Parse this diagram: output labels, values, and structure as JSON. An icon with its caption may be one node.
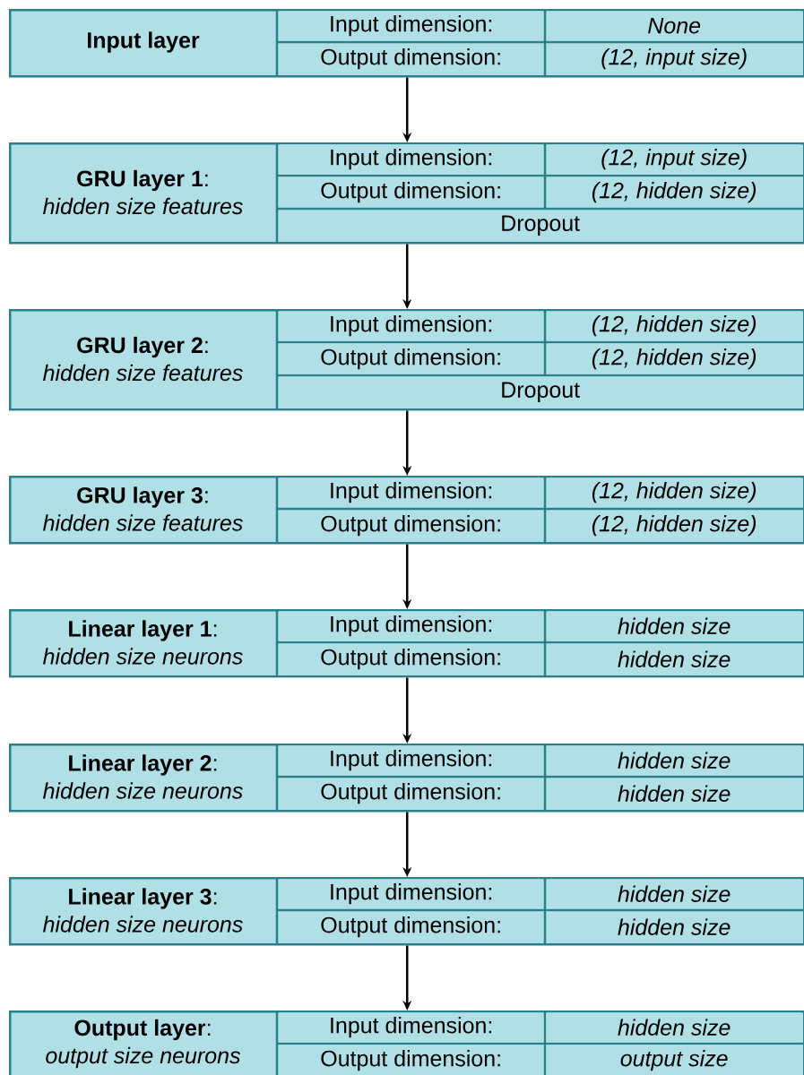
{
  "diagram": {
    "nodes": [
      {
        "text": [
          "**Input layer**"
        ]
      },
      {
        "text": [
          "Input dimension:"
        ],
        "in": 0
      },
      {
        "text": [
          "None"
        ],
        "in": 0
      },
      {
        "text": [
          "Output dimension:"
        ],
        "in": 0
      },
      {
        "text": [
          "(12, input size)"
        ],
        "in": 0
      },
      {
        "text": [
          "**GRU layer 1**:",
          "hidden size features"
        ]
      },
      {
        "text": [
          "Input dimension:"
        ],
        "in": 5
      },
      {
        "text": [
          "(12, input size)"
        ],
        "in": 5
      },
      {
        "text": [
          "Output dimension:"
        ],
        "in": 5
      },
      {
        "text": [
          "(12, hidden size)"
        ],
        "in": 5
      },
      {
        "text": [
          "Dropout"
        ],
        "in": 5
      },
      {
        "text": [
          "**GRU layer 2**:",
          "hidden size features"
        ]
      },
      {
        "text": [
          "Input dimension:"
        ],
        "in": 11
      },
      {
        "text": [
          "(12, hidden size)"
        ],
        "in": 11
      },
      {
        "text": [
          "Output dimension:"
        ],
        "in": 11
      },
      {
        "text": [
          "(12, hidden size)"
        ],
        "in": 11
      },
      {
        "text": [
          "Dropout"
        ],
        "in": 11
      },
      {
        "text": [
          "**GRU layer 3**:",
          "hidden size features"
        ]
      },
      {
        "text": [
          "Input dimension:"
        ],
        "in": 17
      },
      {
        "text": [
          "(12, hidden size)"
        ],
        "in": 17
      },
      {
        "text": [
          "Output dimension:"
        ],
        "in": 17
      },
      {
        "text": [
          "(12, hidden size)"
        ],
        "in": 17
      },
      {
        "text": [
          "**Linear layer 1**:",
          "hidden size neurons"
        ]
      },
      {
        "text": [
          "Input dimension:"
        ],
        "in": 22
      },
      {
        "text": [
          "hidden size"
        ],
        "in": 22
      },
      {
        "text": [
          "Output dimension:"
        ],
        "in": 22
      },
      {
        "text": [
          "hidden size"
        ],
        "in": 22
      },
      {
        "text": [
          "**Linear layer 2**:",
          "hidden size neurons"
        ]
      },
      {
        "text": [
          "Input dimension:"
        ],
        "in": 27
      },
      {
        "text": [
          "hidden size"
        ],
        "in": 27
      },
      {
        "text": [
          "Output dimension:"
        ],
        "in": 27
      },
      {
        "text": [
          "hidden size"
        ],
        "in": 27
      },
      {
        "text": [
          "**Linear layer 3**:",
          "hidden size neurons"
        ]
      },
      {
        "text": [
          "Input dimension:"
        ],
        "in": 32
      },
      {
        "text": [
          "hidden size"
        ],
        "in": 32
      },
      {
        "text": [
          "Output dimension:"
        ],
        "in": 32
      },
      {
        "text": [
          "hidden size"
        ],
        "in": 32
      },
      {
        "text": [
          "**Output layer**:",
          "output size neurons"
        ]
      },
      {
        "text": [
          "Input dimension:"
        ],
        "in": 37
      },
      {
        "text": [
          "hidden size"
        ],
        "in": 37
      },
      {
        "text": [
          "Output dimension:"
        ],
        "in": 37
      },
      {
        "text": [
          "output size"
        ],
        "in": 37
      }
    ],
    "edges": [
      {
        "from": 0,
        "to": 5,
        "arrow": "to"
      },
      {
        "from": 5,
        "to": 11,
        "arrow": "to"
      },
      {
        "from": 11,
        "to": 17,
        "arrow": "to"
      },
      {
        "from": 17,
        "to": 22,
        "arrow": "to"
      },
      {
        "from": 22,
        "to": 27,
        "arrow": "to"
      },
      {
        "from": 27,
        "to": 32,
        "arrow": "to"
      },
      {
        "from": 32,
        "to": 37,
        "arrow": "to"
      }
    ]
  }
}
